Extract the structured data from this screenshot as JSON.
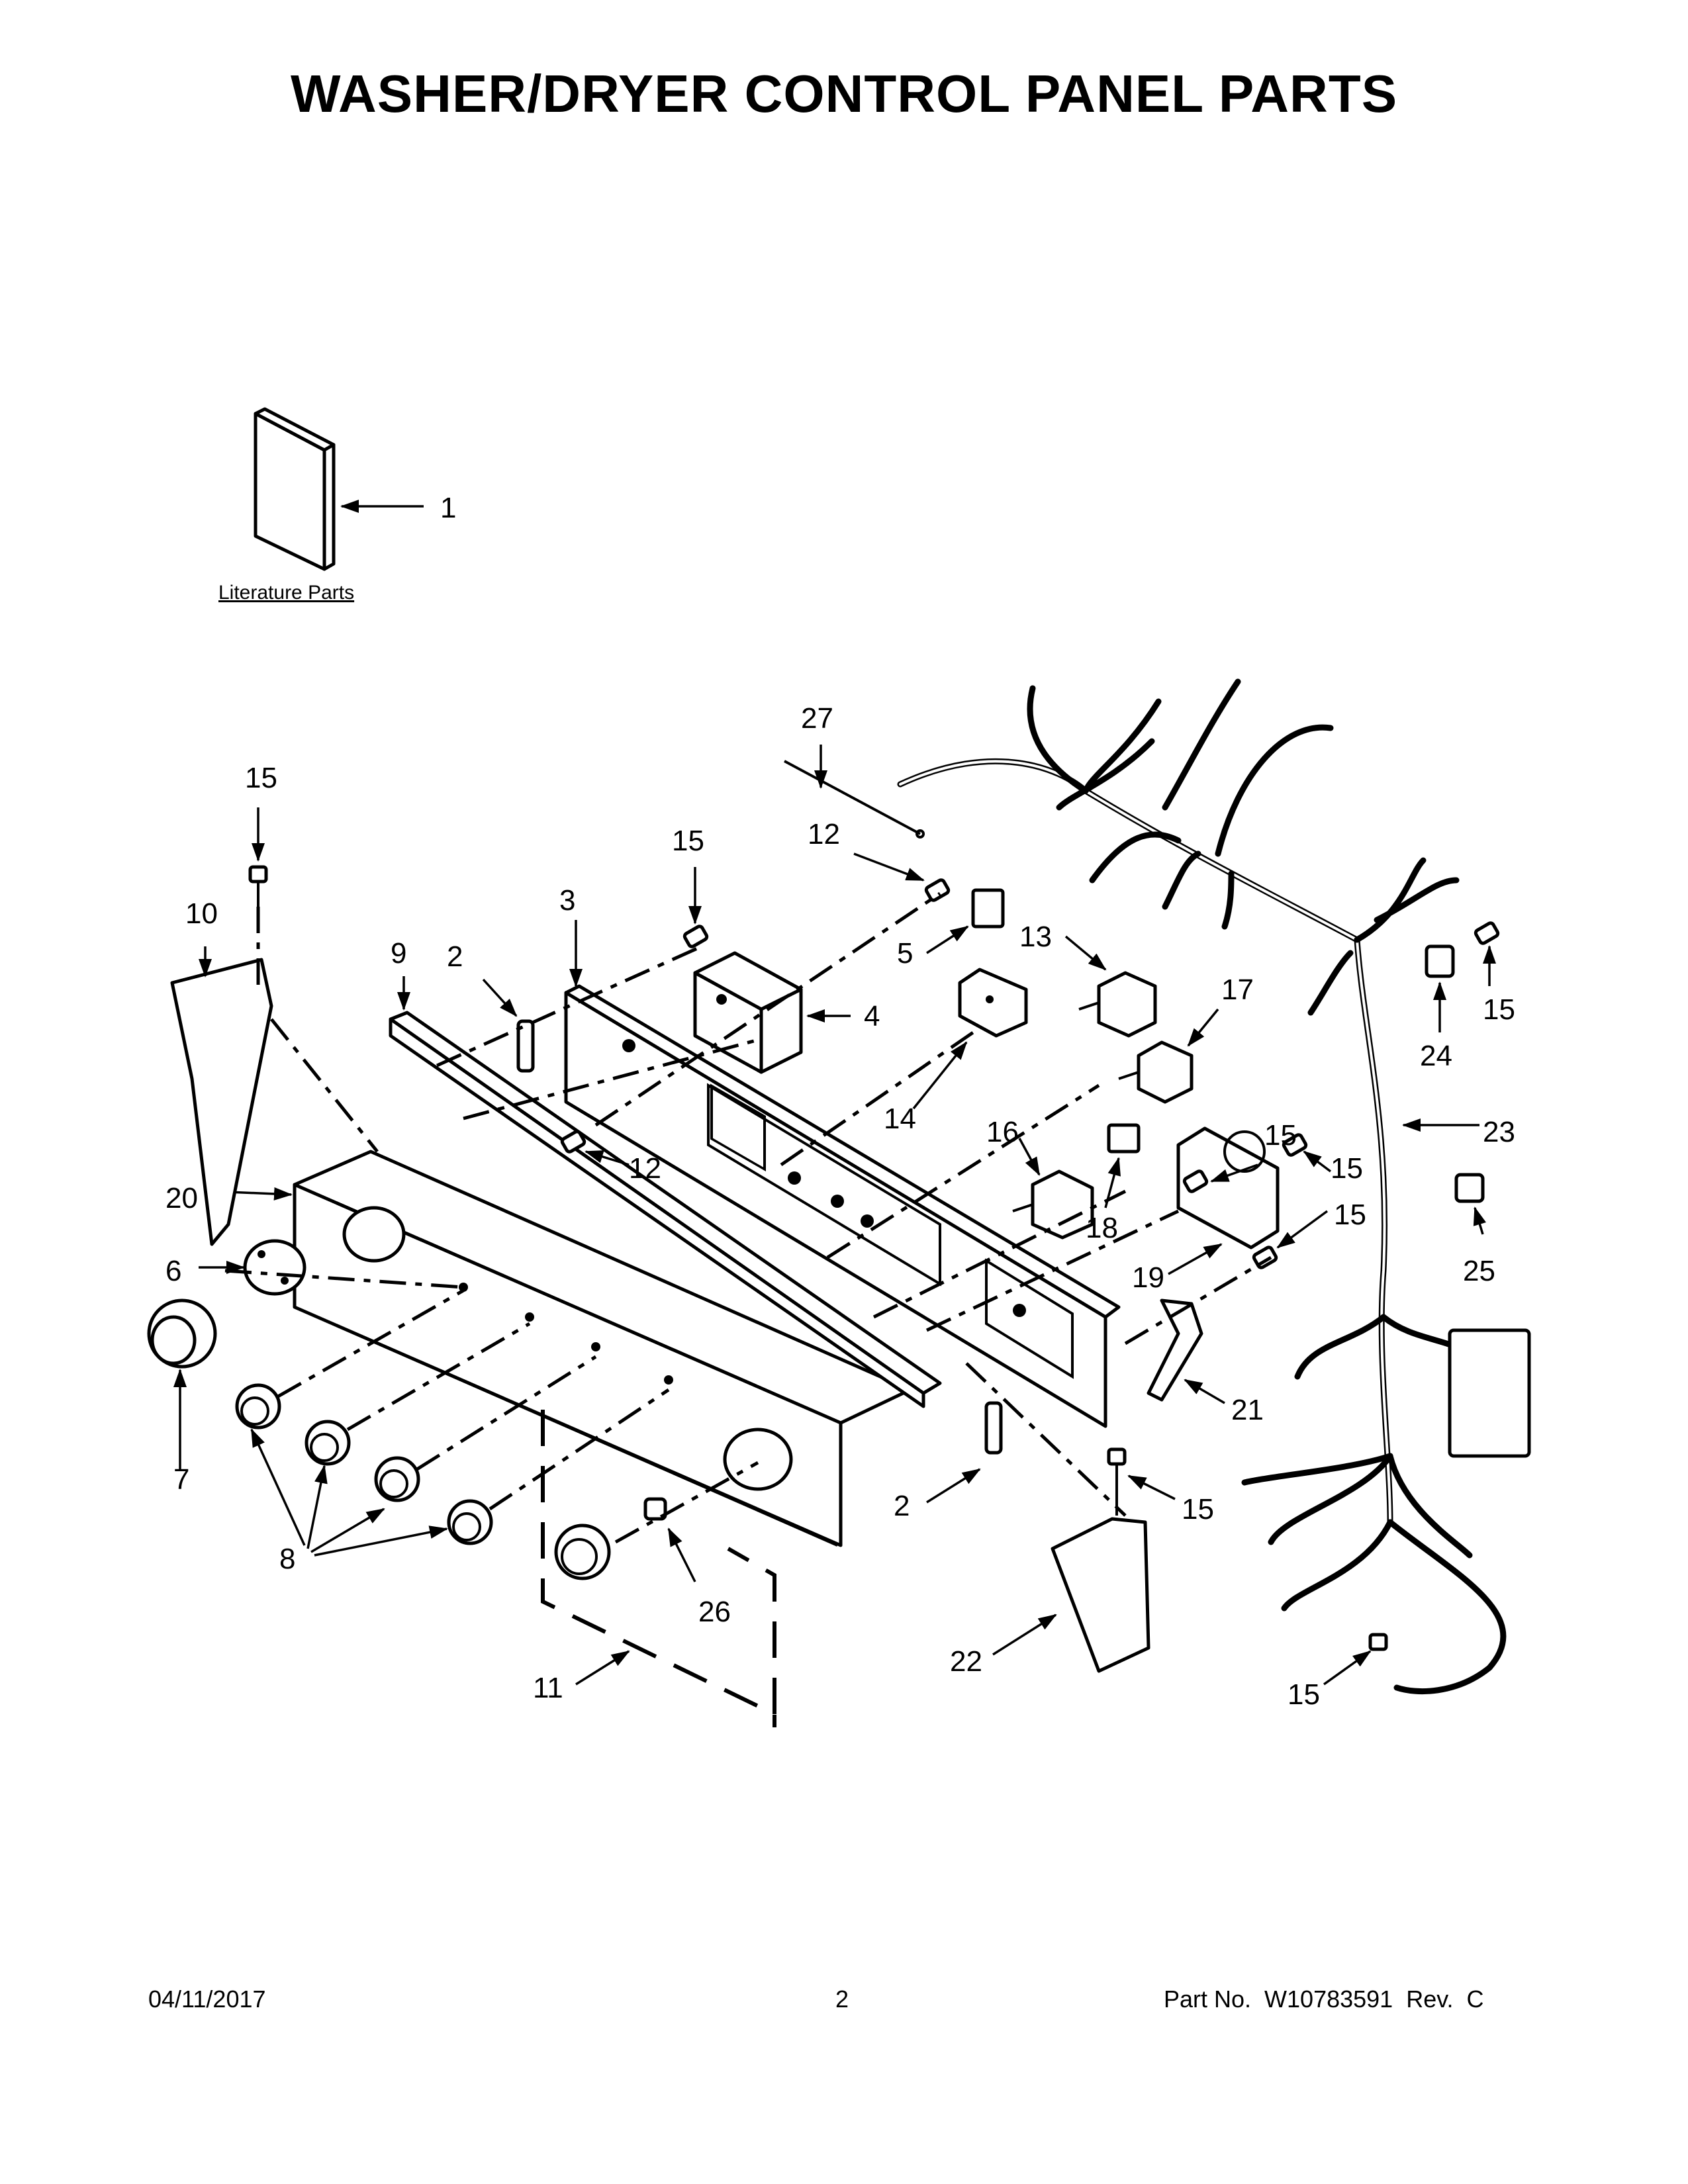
{
  "page": {
    "title": "WASHER/DRYER CONTROL PANEL PARTS",
    "literature_label": "Literature Parts"
  },
  "callouts": {
    "c1": "1",
    "c2a": "2",
    "c2b": "2",
    "c3": "3",
    "c4": "4",
    "c5": "5",
    "c6": "6",
    "c7": "7",
    "c8": "8",
    "c9": "9",
    "c10": "10",
    "c11": "11",
    "c12a": "12",
    "c12b": "12",
    "c13": "13",
    "c14": "14",
    "c15a": "15",
    "c15b": "15",
    "c15c": "15",
    "c15d": "15",
    "c15e": "15",
    "c15f": "15",
    "c15g": "15",
    "c16": "16",
    "c17": "17",
    "c18": "18",
    "c19": "19",
    "c20": "20",
    "c21": "21",
    "c22": "22",
    "c23": "23",
    "c24": "24",
    "c25": "25",
    "c26": "26",
    "c27": "27"
  },
  "footer": {
    "date": "04/11/2017",
    "page_number": "2",
    "part_number": "Part No.  W10783591  Rev.  C"
  }
}
